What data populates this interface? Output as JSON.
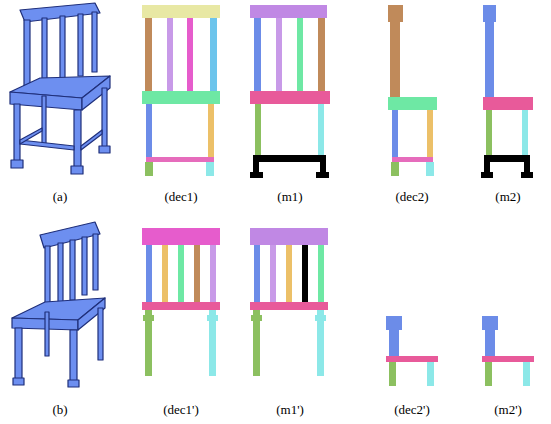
{
  "diagram": {
    "labels": [
      "(a)",
      "(dec1)",
      "(m1)",
      "(dec2)",
      "(m2)",
      "(b)",
      "(dec1')",
      "(m1')",
      "(dec2')",
      "(m2')"
    ]
  }
}
